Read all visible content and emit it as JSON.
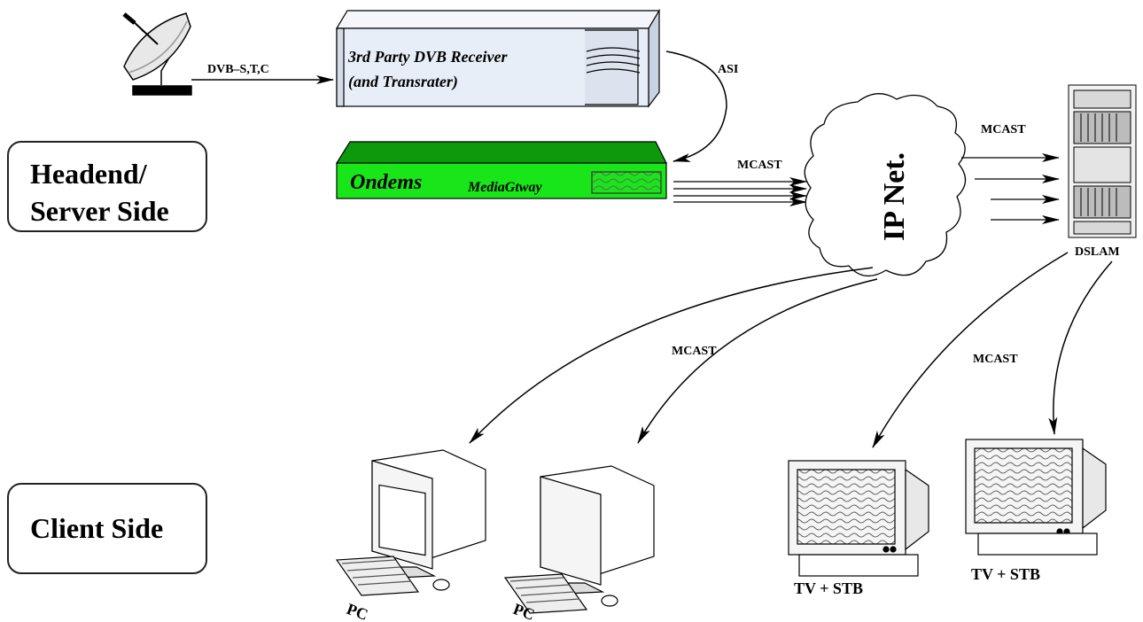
{
  "sides": {
    "headend_line1": "Headend/",
    "headend_line2": "Server Side",
    "client": "Client Side"
  },
  "devices": {
    "receiver_line1": "3rd Party DVB Receiver",
    "receiver_line2": "(and Transrater)",
    "gateway_brand": "Ondems",
    "gateway_model": "MediaGtway",
    "cloud": "IP Net.",
    "dslam": "DSLAM",
    "pc1": "PC",
    "pc2": "PC",
    "tv1": "TV + STB",
    "tv2": "TV + STB"
  },
  "links": {
    "satellite_to_receiver": "DVB–S,T,C",
    "receiver_to_gateway": "ASI",
    "gateway_to_cloud": "MCAST",
    "cloud_to_dslam": "MCAST",
    "cloud_to_pcs": "MCAST",
    "dslam_to_tvs": "MCAST"
  },
  "colors": {
    "gateway_green": "#19e619",
    "gateway_top": "#0c9a0c",
    "receiver_fill": "#e8eef8",
    "stroke": "#000000"
  }
}
